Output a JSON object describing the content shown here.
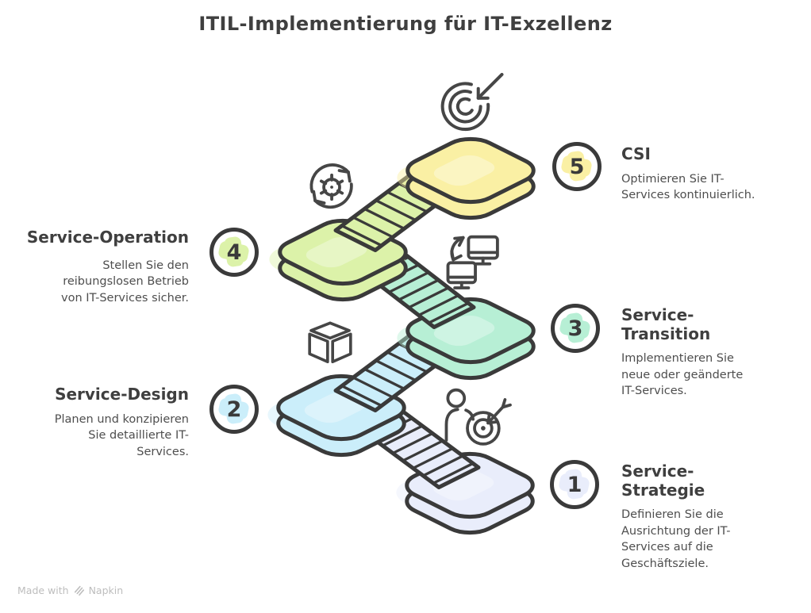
{
  "page_title": "ITIL-Implementierung für IT-Exzellenz",
  "outline_color": "#3a3a3a",
  "footer": {
    "made_with": "Made with",
    "brand": "Napkin"
  },
  "stages": [
    {
      "number": "1",
      "title": "Service-\nStrategie",
      "description": "Definieren Sie die\nAusrichtung der IT-\nServices auf die\nGeschäftsziele.",
      "color": "#E9EDFB",
      "icon": "person-target-icon"
    },
    {
      "number": "2",
      "title": "Service-Design",
      "description": "Planen und konzipieren\nSie detaillierte IT-\nServices.",
      "color": "#CBEEFA",
      "icon": "cube-icon"
    },
    {
      "number": "3",
      "title": "Service-\nTransition",
      "description": "Implementieren Sie\nneue oder geänderte\nIT-Services.",
      "color": "#B7EFD5",
      "icon": "monitors-sync-icon"
    },
    {
      "number": "4",
      "title": "Service-Operation",
      "description": "Stellen Sie den\nreibungslosen Betrieb\nvon IT-Services sicher.",
      "color": "#DCF2A9",
      "icon": "gear-cycle-icon"
    },
    {
      "number": "5",
      "title": "CSI",
      "description": "Optimieren Sie IT-\nServices kontinuierlich.",
      "color": "#FAF0A4",
      "icon": "target-arrow-icon"
    }
  ]
}
